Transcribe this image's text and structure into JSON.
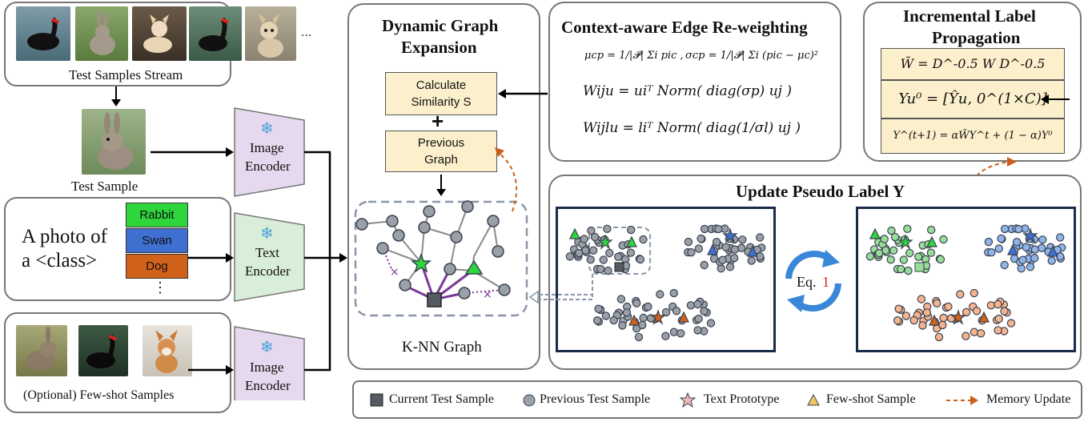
{
  "stream": {
    "caption": "Test Samples Stream",
    "ellipsis": "..."
  },
  "test_sample": {
    "caption": "Test Sample"
  },
  "prompt": {
    "text_line1": "A photo of",
    "text_line2": "a <class>",
    "classes": [
      "Rabbit",
      "Swan",
      "Dog"
    ],
    "more": "⋮"
  },
  "fewshot": {
    "caption": "(Optional) Few-shot Samples"
  },
  "encoders": {
    "image_top": [
      "Image",
      "Encoder"
    ],
    "text": [
      "Text",
      "Encoder"
    ],
    "image_bottom": [
      "Image",
      "Encoder"
    ],
    "frozen_icon": "snowflake-icon"
  },
  "expansion": {
    "title_line1": "Dynamic Graph",
    "title_line2": "Expansion",
    "calc_line1": "Calculate",
    "calc_line2": "Similarity S",
    "plus": "+",
    "prev_line1": "Previous",
    "prev_line2": "Graph",
    "knn_caption": "K-NN Graph"
  },
  "reweight": {
    "title": "Context-aware Edge Re-weighting",
    "eq1": "μcp = 1/|𝓟| Σi pic ,",
    "eq2": "σcp = 1/|𝓟| Σi (pic − μc)²",
    "eq3": "Wiju = uiᵀ Norm( diag(σp) uj )",
    "eq4": "Wijlu = liᵀ Norm( diag(1/σl) uj )"
  },
  "propagation": {
    "title_line1": "Incremental Label",
    "title_line2": "Propagation",
    "eq1": "W̃ = D^-0.5 W D^-0.5",
    "eq2": "Yu⁰ = [Ŷu, 0^(1×C)]",
    "eq3": "Y^(t+1) = αW̃Y^t + (1 − α)Y⁰"
  },
  "update": {
    "title": "Update Pseudo Label Y",
    "cycle_label": "Eq.",
    "cycle_number": "1"
  },
  "legend": {
    "items": [
      "Current Test Sample",
      "Previous Test Sample",
      "Text Prototype",
      "Few-shot Sample",
      "Memory Update"
    ]
  },
  "colors": {
    "rabbit": "#2ed63c",
    "swan": "#3f6fd0",
    "dog": "#d0621a",
    "node_gray": "#9aa0a8",
    "node_edge": "#3a4250",
    "knn_edge": "#7a3a9a",
    "memory_arrow": "#c8601a",
    "encoder_purple": "#e6d8ee",
    "encoder_green": "#d9eed9",
    "formula_fill": "#fcf0cc"
  }
}
